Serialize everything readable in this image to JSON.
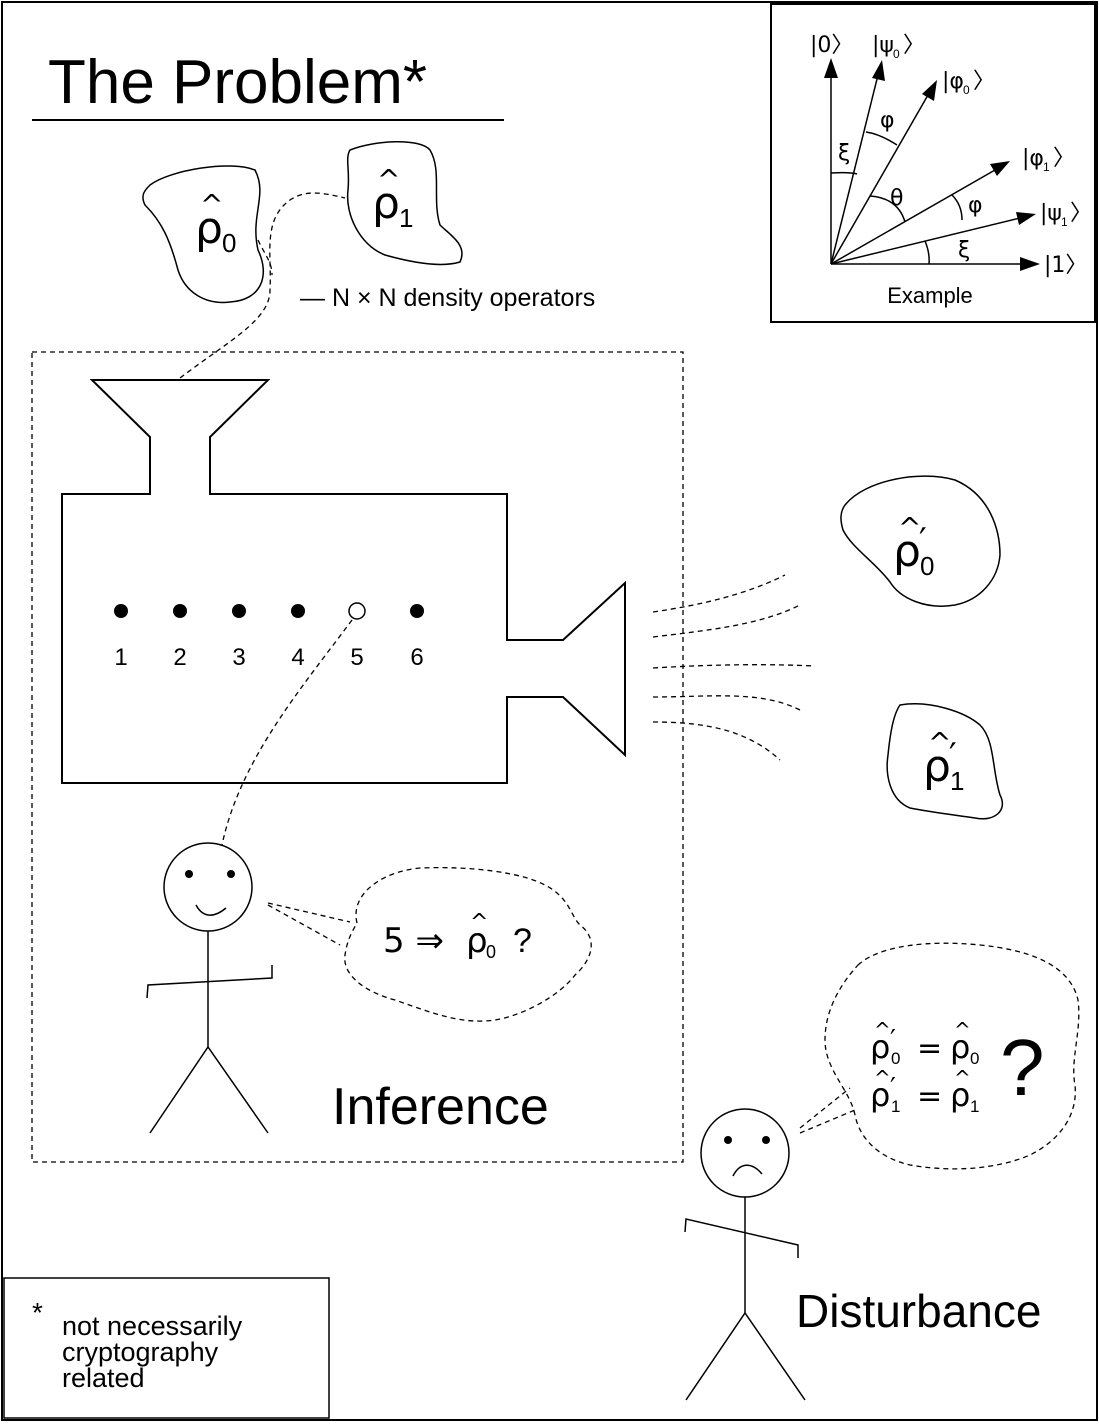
{
  "title": "The Problem*",
  "states": {
    "rho0": {
      "base": "ρ",
      "hat": "^",
      "sub": "0"
    },
    "rho1": {
      "base": "ρ",
      "hat": "^",
      "sub": "1"
    },
    "rho0p": {
      "base": "ρ",
      "hat": "^",
      "prime": "′",
      "sub": "0"
    },
    "rho1p": {
      "base": "ρ",
      "hat": "^",
      "prime": "′",
      "sub": "1"
    }
  },
  "density_note": "— N × N  density operators",
  "outcomes": [
    "1",
    "2",
    "3",
    "4",
    "5",
    "6"
  ],
  "inference": {
    "label": "Inference",
    "thought_lead": "5 ⇒",
    "thought_rho": "ρ",
    "thought_sub": "0",
    "thought_q": "?"
  },
  "disturbance": {
    "label": "Disturbance",
    "eq_rel": "=",
    "big_question": "?"
  },
  "footnote": {
    "marker": "*",
    "lines": [
      "not necessarily",
      "cryptography",
      "related"
    ]
  },
  "example": {
    "caption": "Example",
    "ket0": "|0〉",
    "ket1": "|1〉",
    "psi0": "|ψ",
    "psi0_sub": "0",
    "psi1": "|ψ",
    "psi1_sub": "1",
    "phi0": "|φ",
    "phi0_sub": "0",
    "phi1": "|φ",
    "phi1_sub": "1",
    "ket_close": "〉",
    "angle_xi": "ξ",
    "angle_phi": "φ",
    "angle_theta": "θ"
  }
}
